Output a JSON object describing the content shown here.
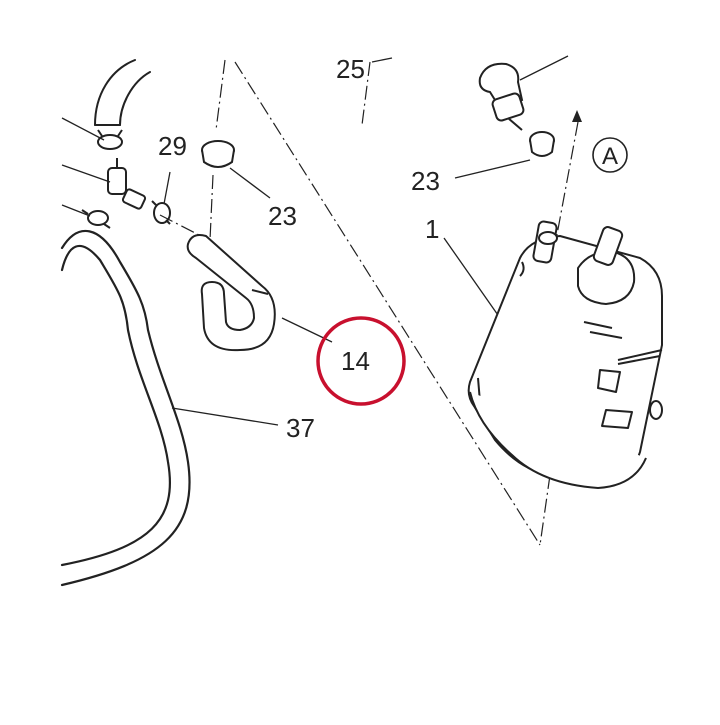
{
  "diagram": {
    "callouts": {
      "c25": "25",
      "c29": "29",
      "c23_left": "23",
      "c23_right": "23",
      "c1": "1",
      "c14": "14",
      "c37": "37"
    },
    "reference_marker": "A",
    "highlight": {
      "target": "14",
      "color": "#c8102e"
    },
    "line_color": "#222222"
  }
}
